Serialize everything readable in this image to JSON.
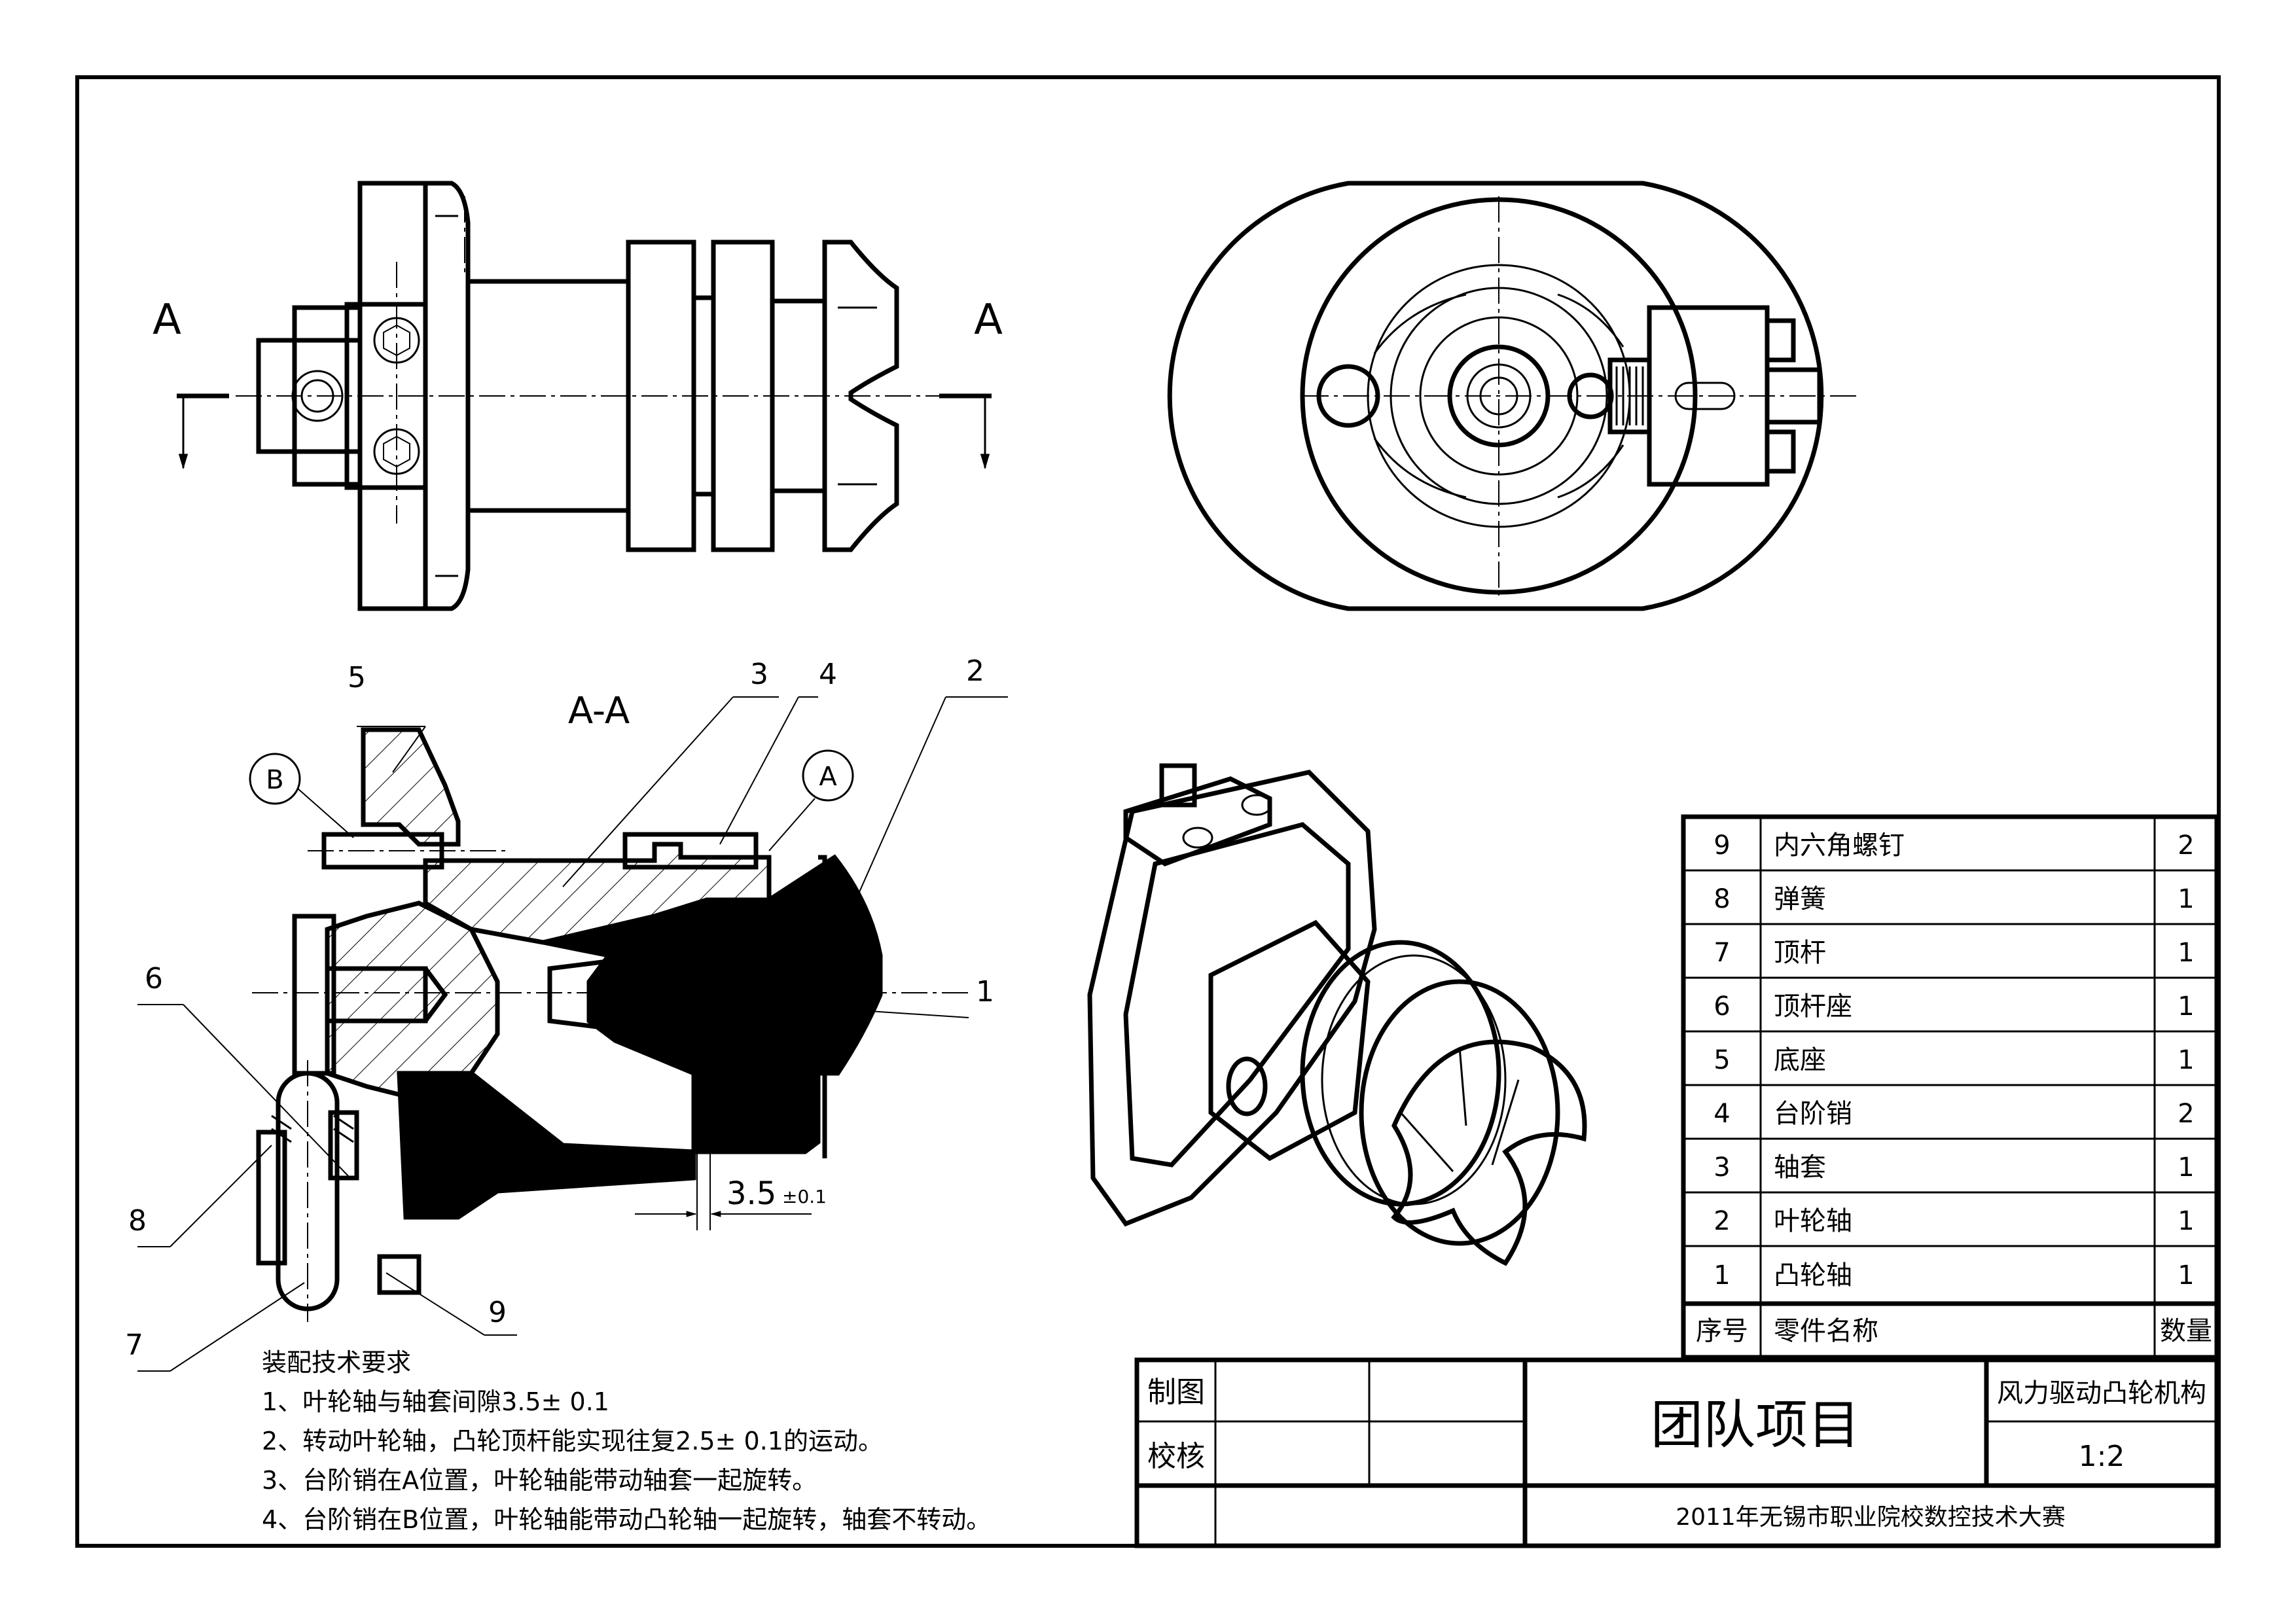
{
  "views": {
    "section_mark_left": "A",
    "section_mark_right": "A",
    "section_title": "A-A"
  },
  "balloons": [
    "1",
    "2",
    "3",
    "4",
    "5",
    "6",
    "7",
    "8",
    "9"
  ],
  "position_markers": {
    "a": "A",
    "b": "B"
  },
  "dimension": {
    "value": "3.5",
    "tolerance": "±0.1"
  },
  "technical_requirements": {
    "title": "装配技术要求",
    "items": [
      "1、叶轮轴与轴套间隙3.5± 0.1",
      "2、转动叶轮轴，凸轮顶杆能实现往复2.5± 0.1的运动。",
      "3、台阶销在A位置，叶轮轴能带动轴套一起旋转。",
      "4、台阶销在B位置，叶轮轴能带动凸轮轴一起旋转，轴套不转动。"
    ]
  },
  "parts_list": {
    "header": {
      "no": "序号",
      "name": "零件名称",
      "qty": "数量"
    },
    "rows": [
      {
        "no": "9",
        "name": "内六角螺钉",
        "qty": "2"
      },
      {
        "no": "8",
        "name": "弹簧",
        "qty": "1"
      },
      {
        "no": "7",
        "name": "顶杆",
        "qty": "1"
      },
      {
        "no": "6",
        "name": "顶杆座",
        "qty": "1"
      },
      {
        "no": "5",
        "name": "底座",
        "qty": "1"
      },
      {
        "no": "4",
        "name": "台阶销",
        "qty": "2"
      },
      {
        "no": "3",
        "name": "轴套",
        "qty": "1"
      },
      {
        "no": "2",
        "name": "叶轮轴",
        "qty": "1"
      },
      {
        "no": "1",
        "name": "凸轮轴",
        "qty": "1"
      }
    ]
  },
  "title_block": {
    "drawn_label": "制图",
    "checked_label": "校核",
    "project": "团队项目",
    "drawing_name": "风力驱动凸轮机构",
    "scale": "1:2",
    "event": "2011年无锡市职业院校数控技术大赛"
  }
}
